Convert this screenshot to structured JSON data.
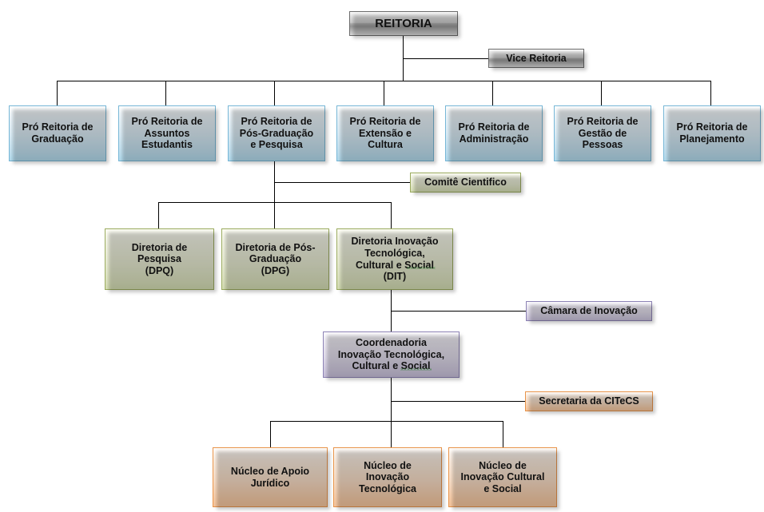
{
  "diagram": {
    "title": "Organograma REITORIA",
    "type": "org-chart",
    "background": "#ffffff"
  },
  "palette": {
    "gray_fill": "#cfcfcf",
    "gray_border": "#6b6b6b",
    "blue_fill": "#dceef8",
    "blue_border": "#77b7d6",
    "green_fill": "#e9edd3",
    "green_border": "#9aab5e",
    "purple_fill": "#e4dfee",
    "purple_border": "#8d83b5",
    "orange_fill": "#fbdfc7",
    "orange_border": "#e8944b",
    "line_color": "#000000",
    "text_color": "#111111",
    "spellcheck_underline": "#2e7d32"
  },
  "level0": {
    "root": {
      "label": "REITORIA",
      "style": "gray"
    },
    "deputy": {
      "label": "Vice Reitoria",
      "style": "gray"
    }
  },
  "level1": {
    "style": "blue",
    "items": [
      {
        "label": "Pró Reitoria de\nGraduação"
      },
      {
        "label": "Pró Reitoria de\nAssuntos\nEstudantis"
      },
      {
        "label": "Pró Reitoria de\nPós-Graduação\ne Pesquisa"
      },
      {
        "label": "Pró Reitoria de\nExtensão e\nCultura"
      },
      {
        "label": "Pró Reitoria de\nAdministração"
      },
      {
        "label": "Pró Reitoria de\nGestão de\nPessoas"
      },
      {
        "label": "Pró Reitoria de\nPlanejamento"
      }
    ]
  },
  "level2": {
    "style": "green",
    "advisor": {
      "label": "Comitê Cientifico"
    },
    "items": [
      {
        "label": "Diretoria de\nPesquisa\n(DPQ)"
      },
      {
        "label": "Diretoria de Pós-\nGraduação\n(DPG)"
      },
      {
        "label": "Diretoria Inovação\nTecnológica,\nCultural e Social\n(DIT)"
      }
    ]
  },
  "level3": {
    "style": "purple",
    "advisor": {
      "label": "Câmara de Inovação"
    },
    "items": [
      {
        "label": "Coordenadoria\nInovação Tecnológica,\nCultural e Social"
      }
    ]
  },
  "level4": {
    "style": "orange",
    "advisor": {
      "label": "Secretaria da CITeCS"
    },
    "items": [
      {
        "label": "Núcleo de Apoio\nJurídico"
      },
      {
        "label": "Núcleo de\nInovação\nTecnológica"
      },
      {
        "label": "Núcleo de\nInovação Cultural\ne Social"
      }
    ]
  }
}
